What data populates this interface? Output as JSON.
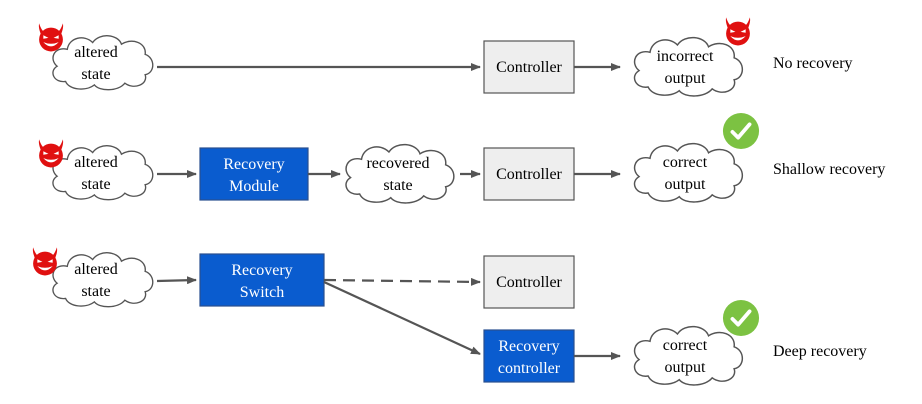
{
  "colors": {
    "arrow": "#555555",
    "blue_box": "#0a5ccf",
    "gray_box": "#eeeeee",
    "devil": "#e01010",
    "check": "#7cc242"
  },
  "icons": {
    "devil": "devil-face-icon",
    "check": "checkmark-icon"
  },
  "rows": [
    {
      "label": "No recovery",
      "altered_state": [
        "altered",
        "state"
      ],
      "controller": "Controller",
      "output": [
        "incorrect",
        "output"
      ]
    },
    {
      "label": "Shallow recovery",
      "altered_state": [
        "altered",
        "state"
      ],
      "recovery_module": [
        "Recovery",
        "Module"
      ],
      "recovered_state": [
        "recovered",
        "state"
      ],
      "controller": "Controller",
      "output": [
        "correct",
        "output"
      ]
    },
    {
      "label": "Deep recovery",
      "altered_state": [
        "altered",
        "state"
      ],
      "recovery_switch": [
        "Recovery",
        "Switch"
      ],
      "controller": "Controller",
      "recovery_controller": [
        "Recovery",
        "controller"
      ],
      "output": [
        "correct",
        "output"
      ]
    }
  ]
}
